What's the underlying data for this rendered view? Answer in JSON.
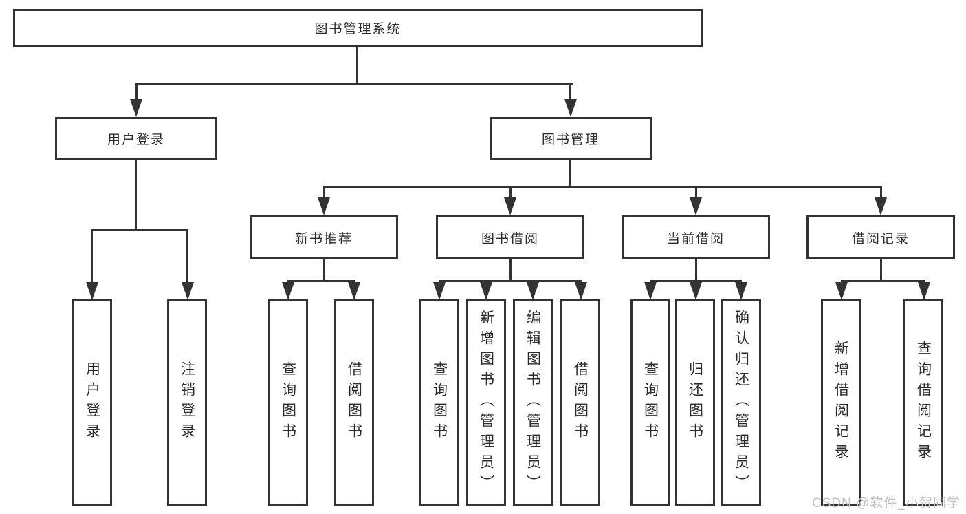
{
  "diagram": {
    "root": {
      "label": "图书管理系统"
    },
    "level2": [
      {
        "label": "用户登录"
      },
      {
        "label": "图书管理"
      }
    ],
    "level3": [
      {
        "label": "新书推荐",
        "parent": "图书管理"
      },
      {
        "label": "图书借阅",
        "parent": "图书管理"
      },
      {
        "label": "当前借阅",
        "parent": "图书管理"
      },
      {
        "label": "借阅记录",
        "parent": "图书管理"
      }
    ],
    "leaves": [
      {
        "label": "用户登录",
        "parent": "用户登录"
      },
      {
        "label": "注销登录",
        "parent": "用户登录"
      },
      {
        "label": "查询图书",
        "parent": "新书推荐"
      },
      {
        "label": "借阅图书",
        "parent": "新书推荐"
      },
      {
        "label": "查询图书",
        "parent": "图书借阅"
      },
      {
        "label": "新增图书（管理员）",
        "parent": "图书借阅"
      },
      {
        "label": "编辑图书（管理员）",
        "parent": "图书借阅"
      },
      {
        "label": "借阅图书",
        "parent": "图书借阅"
      },
      {
        "label": "查询图书",
        "parent": "当前借阅"
      },
      {
        "label": "归还图书",
        "parent": "当前借阅"
      },
      {
        "label": "确认归还（管理员）",
        "parent": "当前借阅"
      },
      {
        "label": "新增借阅记录",
        "parent": "借阅记录"
      },
      {
        "label": "查询借阅记录",
        "parent": "借阅记录"
      }
    ],
    "colors": {
      "line": "#333333",
      "text": "#2b2b2b",
      "background": "#ffffff",
      "watermark": "#c6c1c2"
    }
  },
  "watermark": {
    "text": "CSDN @软件_小贺同学"
  }
}
